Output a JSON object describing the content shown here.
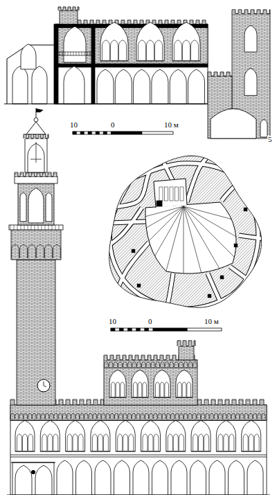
{
  "diagram": {
    "labels": [
      "10",
      "0",
      "10 м",
      "5",
      "10",
      "0",
      "10 м"
    ]
  }
}
